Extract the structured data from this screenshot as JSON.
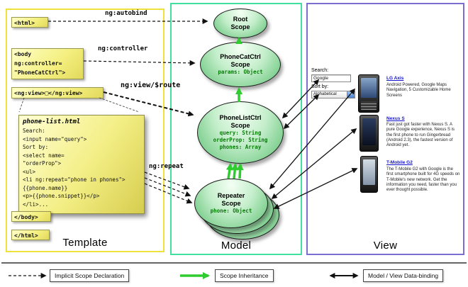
{
  "panels": {
    "template_label": "Template",
    "model_label": "Model",
    "view_label": "View"
  },
  "template": {
    "html_open": "<html>",
    "body_open_lines": [
      "<body",
      "ng:controller=",
      "\"PhoneCatCtrl\">"
    ],
    "ng_view": "<ng:view>□</ng:view>",
    "body_close": "</body>",
    "html_close": "</html>",
    "note": {
      "title": "phone-list.html",
      "code_lines": [
        "Search:",
        "<input name=\"query\">",
        "Sort by:",
        "<select name=",
        "\"orderProp\">",
        "<ul>",
        "<li ng:repeat=\"phone in phones\">",
        "{{phone.name}}",
        "<p>{{phone.snippet}}</p>",
        "</li>..."
      ]
    }
  },
  "arrow_labels": {
    "autobind": "ng:autobind",
    "controller": "ng:controller",
    "view_route": "ng:view/$route",
    "repeat": "ng:repeat"
  },
  "model": {
    "scopes": [
      {
        "name_lines": [
          "Root",
          "Scope"
        ],
        "props": []
      },
      {
        "name_lines": [
          "PhoneCatCtrl",
          "Scope"
        ],
        "props": [
          "params: Object"
        ]
      },
      {
        "name_lines": [
          "PhoneListCtrl",
          "Scope"
        ],
        "props": [
          "query: String",
          "orderProp: String",
          "phones: Array"
        ]
      },
      {
        "name_lines": [
          "Repeater",
          "Scope"
        ],
        "props": [
          "phone: Object"
        ]
      }
    ]
  },
  "view": {
    "search_label": "Search:",
    "search_value": "Google",
    "sort_label": "Sort by:",
    "sort_value": "Alphabetical",
    "phones": [
      {
        "name": "LG Axis",
        "description": "Android Powered, Google Maps Navigation, 5 Customizable Home Screens"
      },
      {
        "name": "Nexus S",
        "description": "Fast just got faster with Nexus S. A pure Google experience, Nexus S is the first phone to run Gingerbread (Android 2.3), the fastest version of Android yet."
      },
      {
        "name": "T-Mobile G2",
        "description": "The T-Mobile G2 with Google is the first smartphone built for 4G speeds on T-Mobile's new network. Get the information you need, faster than you ever thought possible."
      }
    ]
  },
  "legend": {
    "implicit": "Implicit Scope Declaration",
    "inheritance": "Scope Inheritance",
    "binding": "Model / View Data-binding"
  },
  "colors": {
    "template_border": "#f0e23c",
    "model_border": "#3fe0a0",
    "view_border": "#7a6fd0",
    "scope_fill": "#5cc072",
    "note_fill": "#f3ee84",
    "inheritance_green": "#2ecc2e",
    "prop_text_green": "#067d06",
    "link_blue": "#1414cc"
  }
}
